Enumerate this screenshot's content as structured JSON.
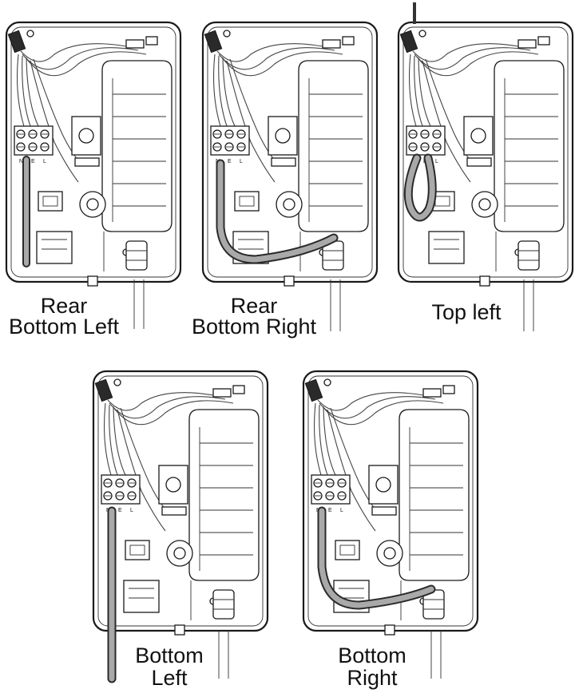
{
  "colors": {
    "background": "#ffffff",
    "line": "#1a1a1a",
    "cable_fill": "#a9a9a9",
    "pipe": "#333333"
  },
  "panels": [
    {
      "id": "rear-bottom-left",
      "label_lines": [
        "Rear",
        "Bottom Left"
      ],
      "cable_route": "rear-bottom-left"
    },
    {
      "id": "rear-bottom-right",
      "label_lines": [
        "Rear",
        "Bottom Right"
      ],
      "cable_route": "rear-bottom-right"
    },
    {
      "id": "top-left",
      "label_lines": [
        "Top left"
      ],
      "cable_route": "top-left"
    },
    {
      "id": "bottom-left",
      "label_lines": [
        "Bottom",
        "Left"
      ],
      "cable_route": "bottom-left"
    },
    {
      "id": "bottom-right",
      "label_lines": [
        "Bottom",
        "Right"
      ],
      "cable_route": "bottom-right"
    }
  ],
  "terminal_marks": [
    "N",
    "E",
    "L"
  ]
}
